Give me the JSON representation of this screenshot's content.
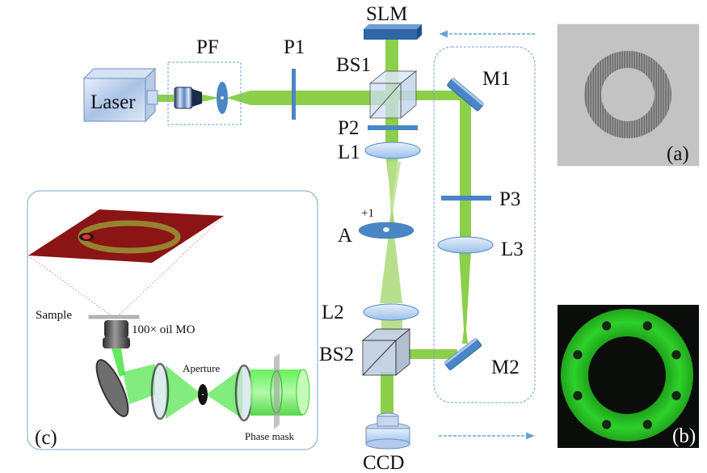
{
  "figure": {
    "type": "optical setup schematic",
    "colors": {
      "beam": "#8ccf4a",
      "beam_light": "#b8e08c",
      "optic_blue": "#4a86c5",
      "lens_fill": "#bcd6f2",
      "dashed_outline": "#6aa0d8",
      "sample_surface": "#8b1414",
      "fluorescence_green": "#22c41e"
    }
  },
  "components": {
    "laser": "Laser",
    "pinhole_filter": "PF",
    "polarizer1": "P1",
    "slm": "SLM",
    "beam_splitter1": "BS1",
    "polarizer2": "P2",
    "lens1": "L1",
    "aperture": "A",
    "diffraction_order": "+1",
    "lens2": "L2",
    "beam_splitter2": "BS2",
    "ccd": "CCD",
    "mirror1": "M1",
    "polarizer3": "P3",
    "lens3": "L3",
    "mirror2": "M2"
  },
  "panels": {
    "a": {
      "label": "(a)",
      "description": "SLM hologram (ring pattern)"
    },
    "b": {
      "label": "(b)",
      "description": "CCD recorded green ring with 8 holes",
      "hole_count": 8
    },
    "c": {
      "label": "(c)",
      "sample": "Sample",
      "objective": "100× oil MO",
      "aperture": "Aperture",
      "phase_mask": "Phase mask"
    }
  }
}
